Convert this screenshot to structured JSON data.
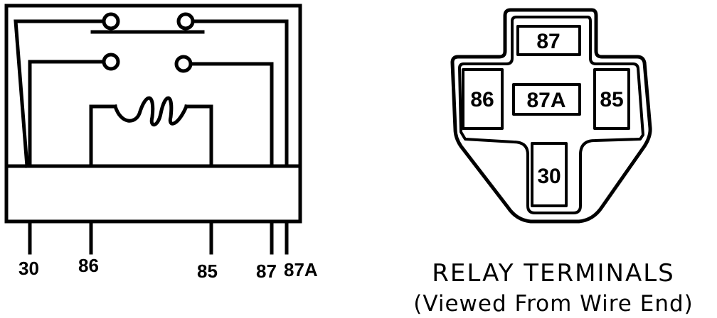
{
  "schematic": {
    "terminals": [
      "30",
      "86",
      "85",
      "87",
      "87A"
    ]
  },
  "connector": {
    "terminals": {
      "top": "87",
      "left": "86",
      "center": "87A",
      "right": "85",
      "bottom": "30"
    },
    "title": "RELAY TERMINALS",
    "subtitle": "(Viewed From Wire End)"
  }
}
